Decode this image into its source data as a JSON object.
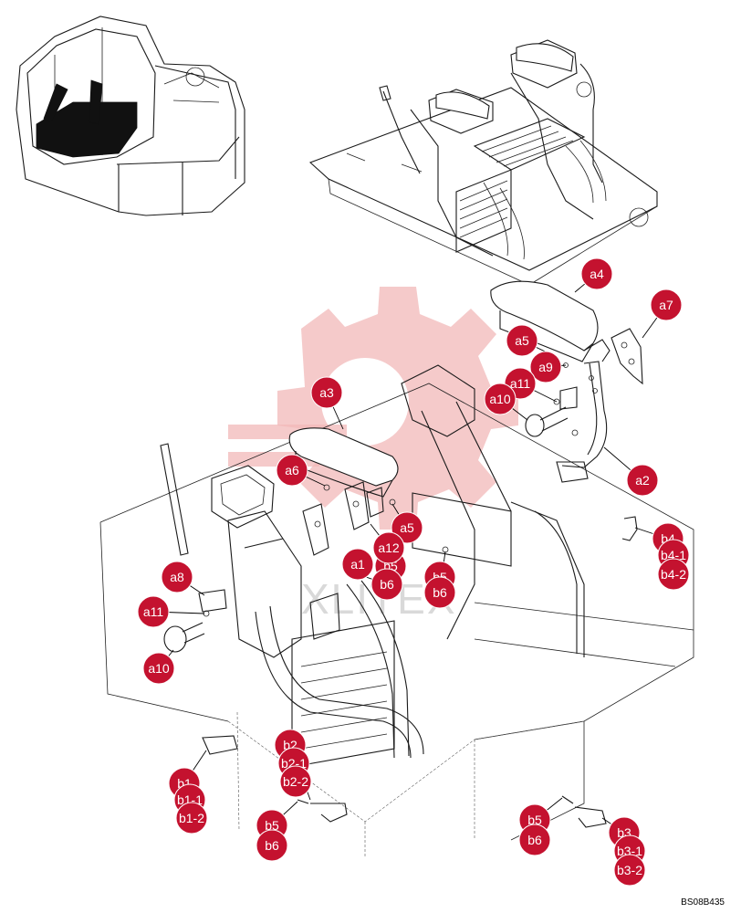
{
  "drawing_id": "BS08B435",
  "watermark_text": "XLITEX",
  "colors": {
    "callout_fill": "#c4122f",
    "callout_text": "#ffffff",
    "watermark": "#f2b8b8",
    "line": "#1a1a1a"
  },
  "callouts": [
    {
      "id": "a4",
      "label": "a4"
    },
    {
      "id": "a7",
      "label": "a7"
    },
    {
      "id": "a5-top",
      "label": "a5"
    },
    {
      "id": "a9",
      "label": "a9"
    },
    {
      "id": "a11-top",
      "label": "a11"
    },
    {
      "id": "a10-top",
      "label": "a10"
    },
    {
      "id": "a3",
      "label": "a3"
    },
    {
      "id": "a2",
      "label": "a2"
    },
    {
      "id": "a6",
      "label": "a6"
    },
    {
      "id": "a5-mid",
      "label": "a5"
    },
    {
      "id": "a12",
      "label": "a12"
    },
    {
      "id": "a1",
      "label": "a1"
    },
    {
      "id": "b5-mid",
      "label": "b5"
    },
    {
      "id": "b6-left",
      "label": "b6"
    },
    {
      "id": "b5-right",
      "label": "b5"
    },
    {
      "id": "b6-right",
      "label": "b6"
    },
    {
      "id": "b4",
      "label": "b4"
    },
    {
      "id": "b4-1",
      "label": "b4-1"
    },
    {
      "id": "b4-2",
      "label": "b4-2"
    },
    {
      "id": "a8",
      "label": "a8"
    },
    {
      "id": "a11-bottom",
      "label": "a11"
    },
    {
      "id": "a10-bottom",
      "label": "a10"
    },
    {
      "id": "b2",
      "label": "b2"
    },
    {
      "id": "b2-1",
      "label": "b2-1"
    },
    {
      "id": "b2-2",
      "label": "b2-2"
    },
    {
      "id": "b1",
      "label": "b1"
    },
    {
      "id": "b1-1",
      "label": "b1-1"
    },
    {
      "id": "b1-2",
      "label": "b1-2"
    },
    {
      "id": "b5-lower-left",
      "label": "b5"
    },
    {
      "id": "b6-lower-left",
      "label": "b6"
    },
    {
      "id": "b5-lower-right",
      "label": "b5"
    },
    {
      "id": "b6-lower-right",
      "label": "b6"
    },
    {
      "id": "b3",
      "label": "b3"
    },
    {
      "id": "b3-1",
      "label": "b3-1"
    },
    {
      "id": "b3-2",
      "label": "b3-2"
    }
  ]
}
